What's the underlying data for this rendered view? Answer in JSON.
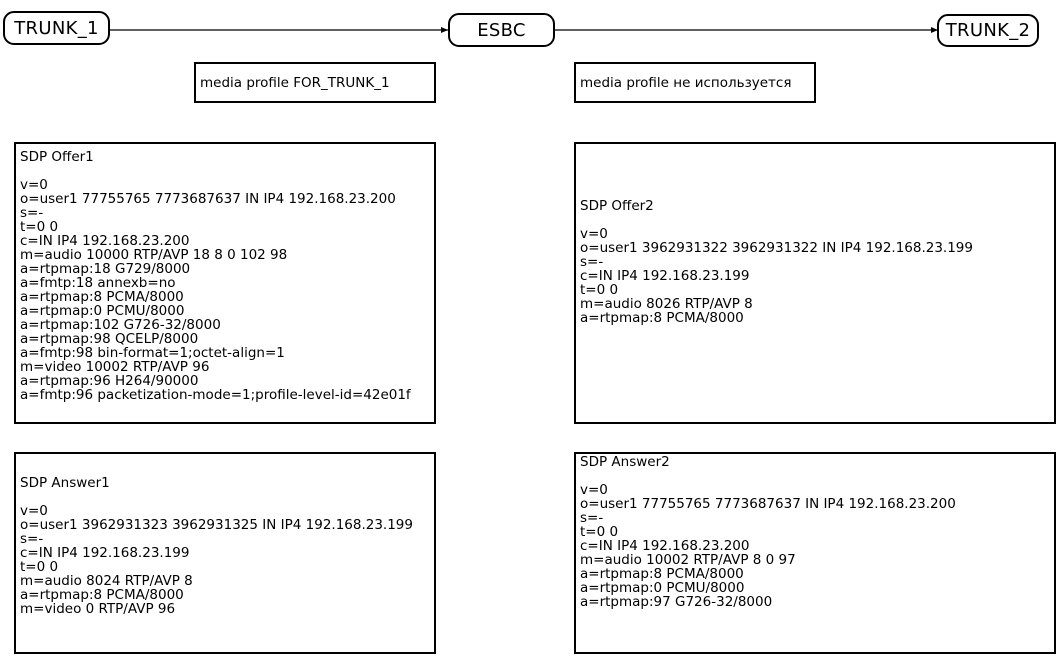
{
  "nodes": {
    "trunk1": "TRUNK_1",
    "esbc": "ESBC",
    "trunk2": "TRUNK_2"
  },
  "notes": {
    "left": "media profile FOR_TRUNK_1",
    "right": "media profile не используется"
  },
  "sdp": {
    "offer1": {
      "title": "SDP Offer1",
      "lines": [
        "v=0",
        "o=user1 77755765 7773687637 IN IP4 192.168.23.200",
        "s=-",
        "t=0 0",
        "c=IN IP4 192.168.23.200",
        "m=audio 10000 RTP/AVP 18 8 0 102 98",
        "a=rtpmap:18 G729/8000",
        "a=fmtp:18 annexb=no",
        "a=rtpmap:8 PCMA/8000",
        "a=rtpmap:0 PCMU/8000",
        "a=rtpmap:102 G726-32/8000",
        "a=rtpmap:98 QCELP/8000",
        "a=fmtp:98 bin-format=1;octet-align=1",
        "m=video 10002 RTP/AVP 96",
        "a=rtpmap:96 H264/90000",
        "a=fmtp:96 packetization-mode=1;profile-level-id=42e01f"
      ]
    },
    "offer2": {
      "title": "SDP Offer2",
      "lines": [
        "v=0",
        "o=user1 3962931322 3962931322 IN IP4 192.168.23.199",
        "s=-",
        "c=IN IP4 192.168.23.199",
        "t=0 0",
        "m=audio 8026 RTP/AVP 8",
        "a=rtpmap:8 PCMA/8000"
      ]
    },
    "answer1": {
      "title": "SDP Answer1",
      "lines": [
        "v=0",
        "o=user1 3962931323 3962931325 IN IP4 192.168.23.199",
        "s=-",
        "c=IN IP4 192.168.23.199",
        "t=0 0",
        "m=audio 8024 RTP/AVP 8",
        "a=rtpmap:8 PCMA/8000",
        "m=video 0 RTP/AVP 96"
      ]
    },
    "answer2": {
      "title": "SDP Answer2",
      "lines": [
        "v=0",
        "o=user1 77755765 7773687637 IN IP4 192.168.23.200",
        "s=-",
        "t=0 0",
        "c=IN IP4 192.168.23.200",
        "m=audio 10002 RTP/AVP 8 0 97",
        "a=rtpmap:8 PCMA/8000",
        "a=rtpmap:0 PCMU/8000",
        "a=rtpmap:97 G726-32/8000"
      ]
    }
  }
}
